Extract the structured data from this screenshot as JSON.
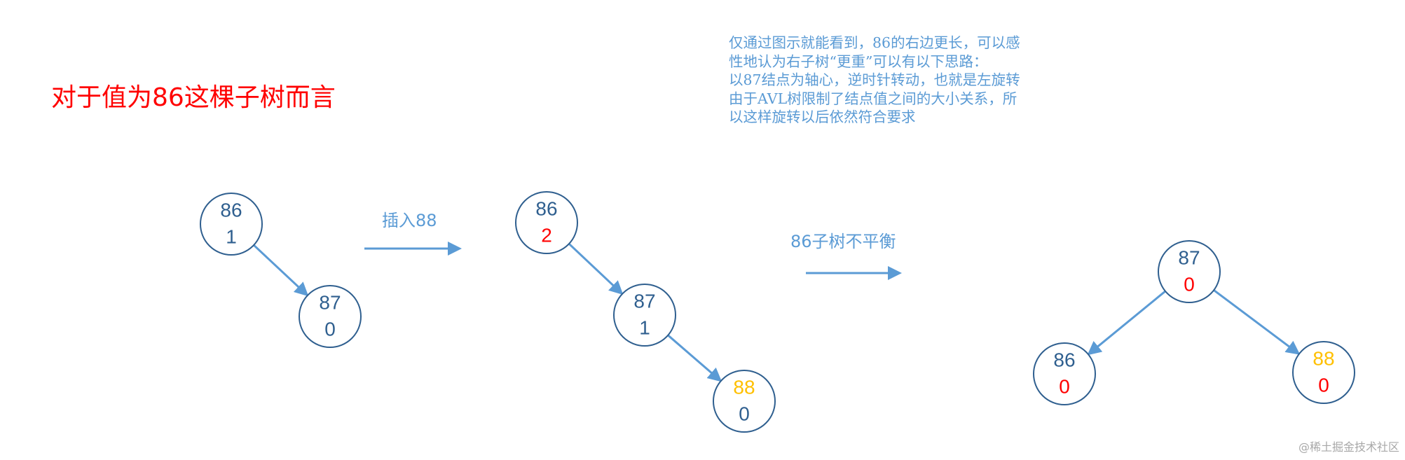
{
  "heading": "对于值为86这棵子树而言",
  "note_lines": [
    "仅通过图示就能看到，86的右边更长，可以感",
    "性地认为右子树“更重”可以有以下思路：",
    "以87结点为轴心，逆时针转动，也就是左旋转",
    "由于AVL树限制了结点值之间的大小关系，所",
    "以这样旋转以后依然符合要求"
  ],
  "steps": {
    "insert_label": "插入88",
    "unbalanced_label": "86子树不平衡"
  },
  "colors": {
    "heading": "#ff0000",
    "text_blue": "#5b9bd5",
    "node_text": "#2f5f8f",
    "highlight_bf": "#ff0000",
    "new_node": "#ffc000"
  },
  "trees": [
    {
      "name": "before-insert",
      "nodes": [
        {
          "id": "n86",
          "key": "86",
          "bf": "1",
          "key_color": "#2f5f8f",
          "bf_color": "#2f5f8f"
        },
        {
          "id": "n87",
          "key": "87",
          "bf": "0",
          "key_color": "#2f5f8f",
          "bf_color": "#2f5f8f"
        }
      ],
      "edges": [
        [
          "n86",
          "n87"
        ]
      ]
    },
    {
      "name": "after-insert",
      "nodes": [
        {
          "id": "n86",
          "key": "86",
          "bf": "2",
          "key_color": "#2f5f8f",
          "bf_color": "#ff0000"
        },
        {
          "id": "n87",
          "key": "87",
          "bf": "1",
          "key_color": "#2f5f8f",
          "bf_color": "#2f5f8f"
        },
        {
          "id": "n88",
          "key": "88",
          "bf": "0",
          "key_color": "#ffc000",
          "bf_color": "#2f5f8f"
        }
      ],
      "edges": [
        [
          "n86",
          "n87"
        ],
        [
          "n87",
          "n88"
        ]
      ]
    },
    {
      "name": "after-left-rotation",
      "nodes": [
        {
          "id": "n87",
          "key": "87",
          "bf": "0",
          "key_color": "#2f5f8f",
          "bf_color": "#ff0000"
        },
        {
          "id": "n86",
          "key": "86",
          "bf": "0",
          "key_color": "#2f5f8f",
          "bf_color": "#ff0000"
        },
        {
          "id": "n88",
          "key": "88",
          "bf": "0",
          "key_color": "#ffc000",
          "bf_color": "#ff0000"
        }
      ],
      "edges": [
        [
          "n87",
          "n86"
        ],
        [
          "n87",
          "n88"
        ]
      ]
    }
  ],
  "watermark": "@稀土掘金技术社区"
}
